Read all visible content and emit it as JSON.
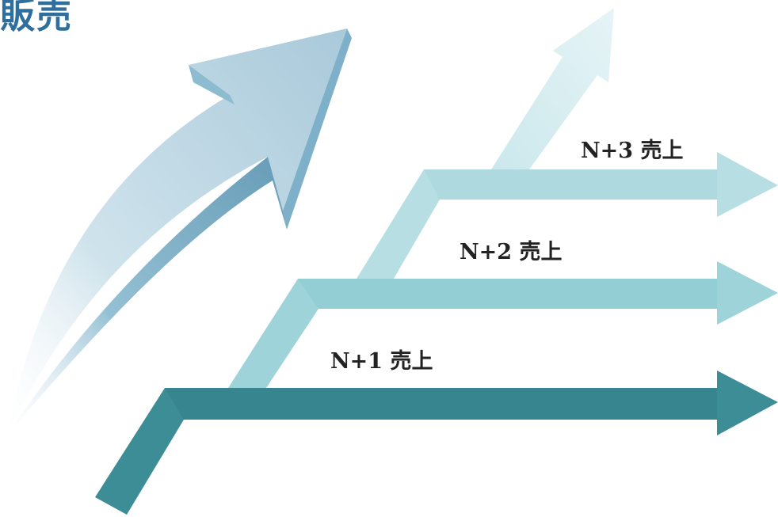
{
  "title": "販売",
  "labels": {
    "n3": "N+3 売上",
    "n2": "N+2 売上",
    "n1": "N+1 売上"
  },
  "colors": {
    "title": "#2f6f9e",
    "arrow_n1": "#3d8d96",
    "arrow_n2": "#9fd4da",
    "arrow_n3": "#b9e0e4",
    "arrow_top": "#dcf0f2",
    "big_arrow_light": "#d7e9f1",
    "big_arrow_dark": "#6aa3bf"
  },
  "icons": [
    "big-growth-arrow-icon",
    "step-arrow-icon"
  ]
}
